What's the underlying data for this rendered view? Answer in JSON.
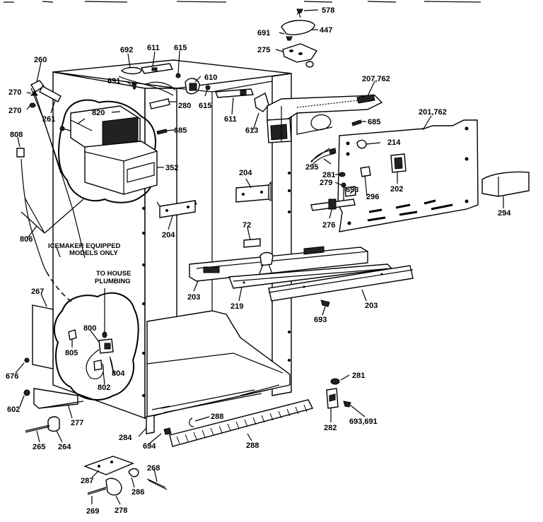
{
  "diagram": {
    "callouts": {
      "c578": "578",
      "c447": "447",
      "c691a": "691",
      "c275": "275",
      "c692": "692",
      "c611a": "611",
      "c615a": "615",
      "c691b": "691",
      "c610": "610",
      "c615b": "615",
      "c280": "280",
      "c260": "260",
      "c270a": "270",
      "c270b": "270",
      "c261": "261",
      "c820": "820",
      "c685a": "685",
      "c352": "352",
      "c808": "808",
      "c806": "806",
      "c611b": "611",
      "c613": "613",
      "c207": "207,762",
      "c685b": "685",
      "c201": "201,762",
      "c214": "214",
      "c295": "295",
      "c281a": "281",
      "c279": "279",
      "c693a": "693",
      "c296": "296",
      "c202": "202",
      "c294": "294",
      "c276": "276",
      "c204a": "204",
      "c204b": "204",
      "c72": "72",
      "c203a": "203",
      "c219": "219",
      "c203b": "203",
      "c693b": "693",
      "c267": "267",
      "c800": "800",
      "c805": "805",
      "c804": "804",
      "c802": "802",
      "c676": "676",
      "c602": "602",
      "c277": "277",
      "c265": "265",
      "c264": "264",
      "c284": "284",
      "c694": "694",
      "c288a": "288",
      "c288b": "288",
      "c281b": "281",
      "c282": "282",
      "c693c": "693,691",
      "c287": "287",
      "c268": "268",
      "c286": "286",
      "c269": "269",
      "c278": "278"
    },
    "notes": {
      "icemaker_1": "ICEMAKER EQUIPPED",
      "icemaker_2": "MODELS ONLY",
      "plumbing_1": "TO HOUSE",
      "plumbing_2": "PLUMBING"
    }
  }
}
